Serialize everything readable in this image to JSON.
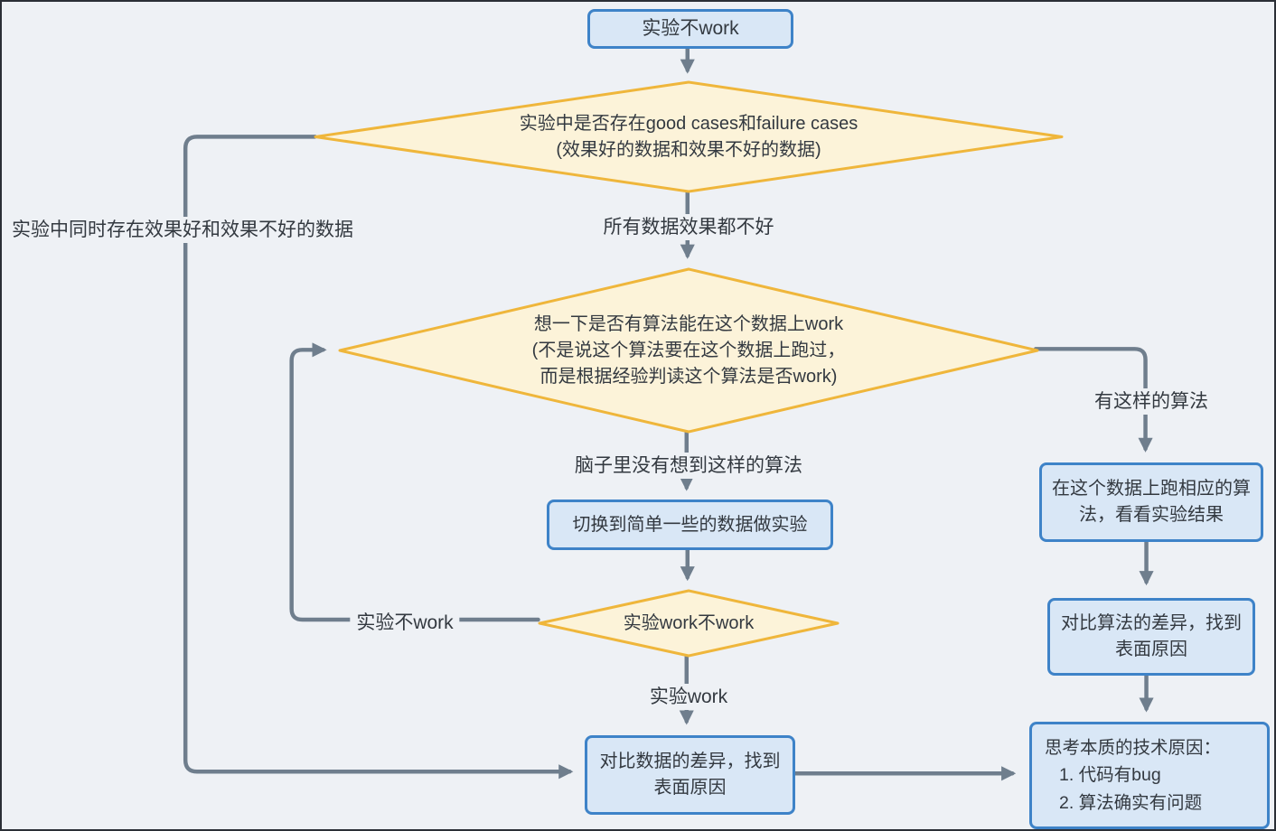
{
  "diagram": {
    "type": "flowchart",
    "language": "zh-CN",
    "topic": "实验不work排查流程"
  },
  "colors": {
    "background": "#eef1f5",
    "process_fill": "#d9e7f6",
    "process_border": "#3e83c8",
    "decision_fill": "#fcf3d9",
    "decision_border": "#efb63b",
    "connector": "#6f7e8d",
    "text": "#333940",
    "frame": "#2b2f36"
  },
  "nodes": {
    "start": {
      "label": "实验不work"
    },
    "decision_cases": {
      "line1": "实验中是否存在good cases和failure cases",
      "line2": "(效果好的数据和效果不好的数据)"
    },
    "decision_algo": {
      "line1": "想一下是否有算法能在这个数据上work",
      "line2": "(不是说这个算法要在这个数据上跑过，",
      "line3": "而是根据经验判读这个算法是否work)"
    },
    "switch_data": {
      "label": "切换到简单一些的数据做实验"
    },
    "decision_work": {
      "label": "实验work不work"
    },
    "compare_data": {
      "label": "对比数据的差异，找到表面原因"
    },
    "run_algo": {
      "label": "在这个数据上跑相应的算法，看看实验结果"
    },
    "compare_algo": {
      "label": "对比算法的差异，找到表面原因"
    },
    "root_cause": {
      "title": "思考本质的技术原因：",
      "items": [
        "1. 代码有bug",
        "2. 算法确实有问题"
      ]
    }
  },
  "edge_labels": {
    "both_cases": "实验中同时存在效果好和效果不好的数据",
    "all_bad": "所有数据效果都不好",
    "has_algo": "有这样的算法",
    "no_algo": "脑子里没有想到这样的算法",
    "exp_not_work": "实验不work",
    "exp_work": "实验work"
  }
}
